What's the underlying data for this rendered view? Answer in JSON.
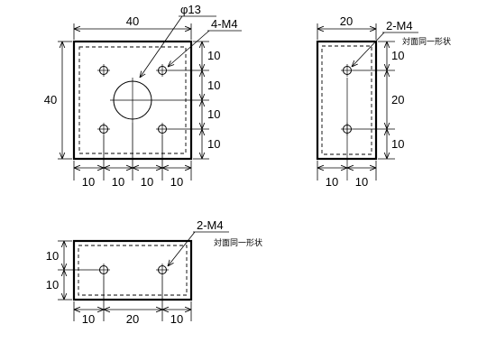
{
  "front": {
    "width": "40",
    "height": "40",
    "hole_dia": "φ13",
    "tap": "4-M4",
    "bottom_dims": [
      "10",
      "10",
      "10",
      "10"
    ],
    "right_dims": [
      "10",
      "10",
      "10",
      "10"
    ]
  },
  "side": {
    "width": "20",
    "tap": "2-M4",
    "note": "対面同一形状",
    "right_dims": [
      "10",
      "20",
      "10"
    ],
    "bottom_dims": [
      "10",
      "10"
    ]
  },
  "bottom": {
    "tap": "2-M4",
    "note": "対面同一形状",
    "left_dims": [
      "10",
      "10"
    ],
    "bottom_dims": [
      "10",
      "20",
      "10"
    ]
  }
}
